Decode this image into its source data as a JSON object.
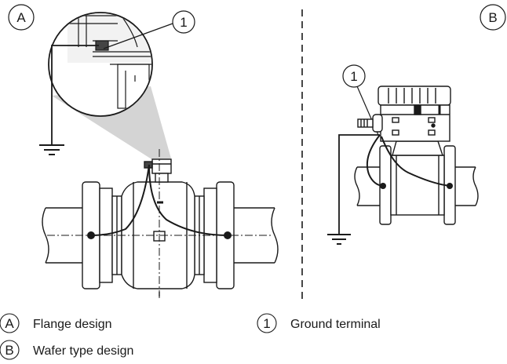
{
  "figure": {
    "view_a_marker": "A",
    "view_b_marker": "B",
    "callout_a": "1",
    "callout_b": "1"
  },
  "legend": [
    {
      "key": "A",
      "text": "Flange design"
    },
    {
      "key": "B",
      "text": "Wafer type design"
    },
    {
      "key": "1",
      "text": "Ground terminal"
    }
  ],
  "colors": {
    "ink": "#1a1a1a",
    "cone": "#d4d4d4",
    "shade": "#e6e6e6"
  }
}
